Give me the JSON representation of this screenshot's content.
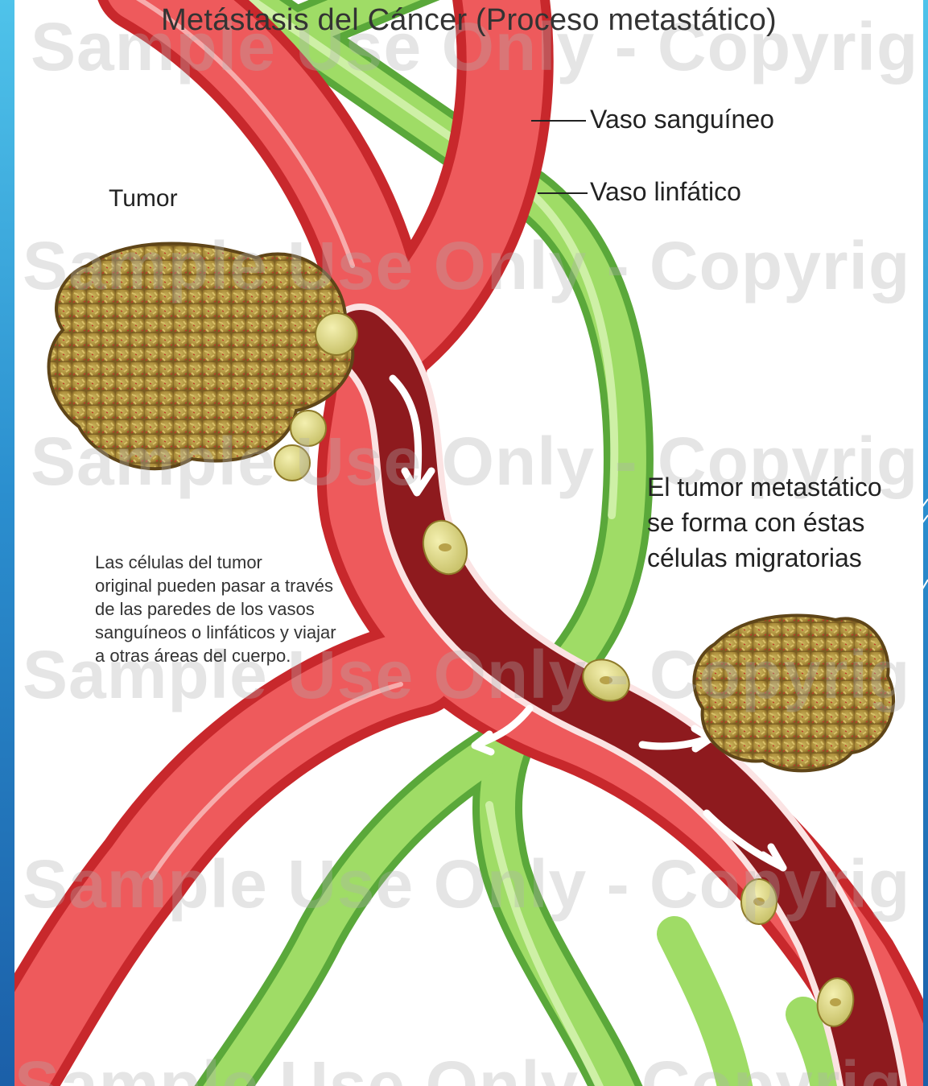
{
  "title": "Metástasis del Cáncer (Proceso metastático)",
  "labels": {
    "blood_vessel": "Vaso sanguíneo",
    "lymph_vessel": "Vaso linfático",
    "tumor": "Tumor",
    "metastatic_tumor": [
      "El tumor metastático",
      "se forma con éstas",
      "células migratorias"
    ],
    "description": [
      "Las células del tumor",
      "original pueden pasar a través",
      "de las paredes de los vasos",
      "sanguíneos o linfáticos y viajar",
      "a otras áreas del cuerpo."
    ]
  },
  "watermark": "Sample Use Only - Copyrig",
  "colors": {
    "blood_vessel": "#e0474a",
    "blood_interior": "#8e1a1e",
    "lymph_vessel": "#8fd15a",
    "tumor": "#b0963e",
    "background": "#2b8fcf"
  }
}
